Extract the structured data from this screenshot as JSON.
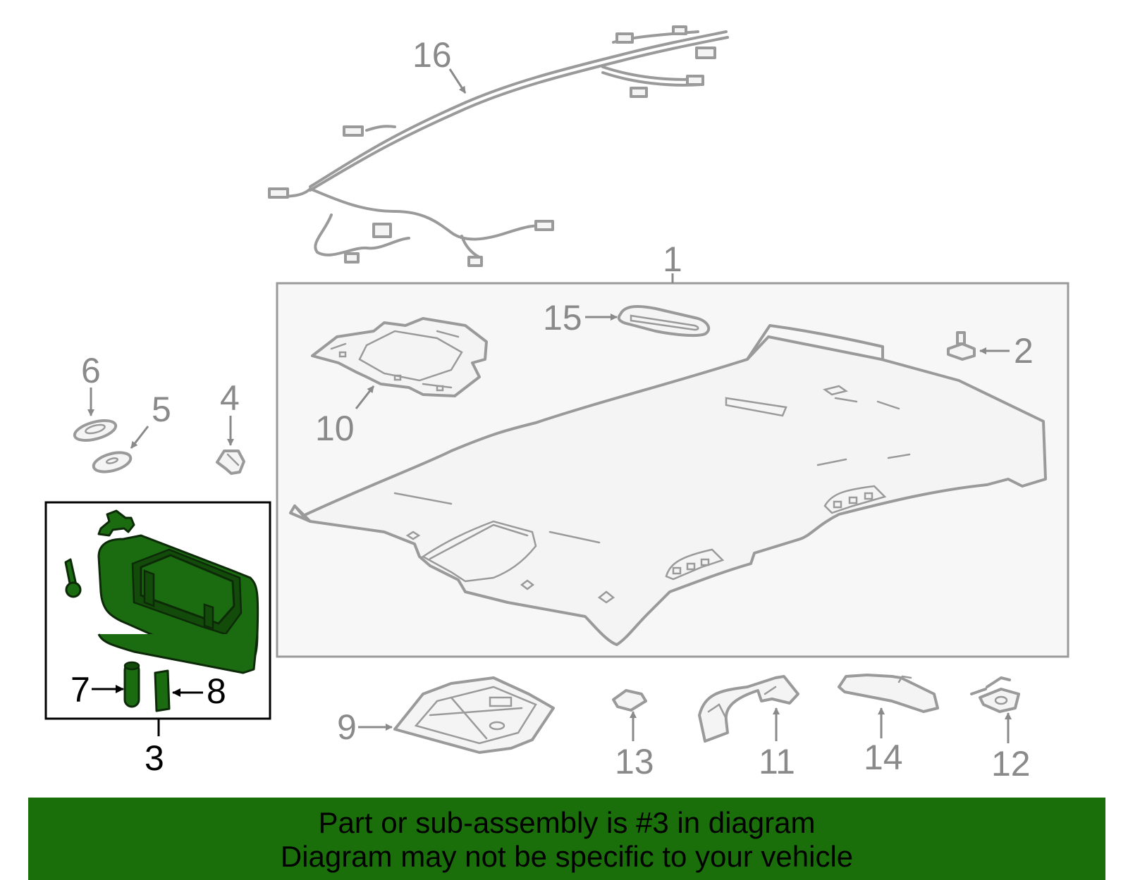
{
  "callouts": {
    "c1": "1",
    "c2": "2",
    "c3": "3",
    "c4": "4",
    "c5": "5",
    "c6": "6",
    "c7": "7",
    "c8": "8",
    "c9": "9",
    "c10": "10",
    "c11": "11",
    "c12": "12",
    "c13": "13",
    "c14": "14",
    "c15": "15",
    "c16": "16"
  },
  "highlight": {
    "part": "3",
    "color": "#1b6b10"
  },
  "footer": {
    "line1": "Part or sub-assembly is #3 in diagram",
    "line2": "Diagram may not be specific to your vehicle",
    "background": "#1a6f0a"
  }
}
